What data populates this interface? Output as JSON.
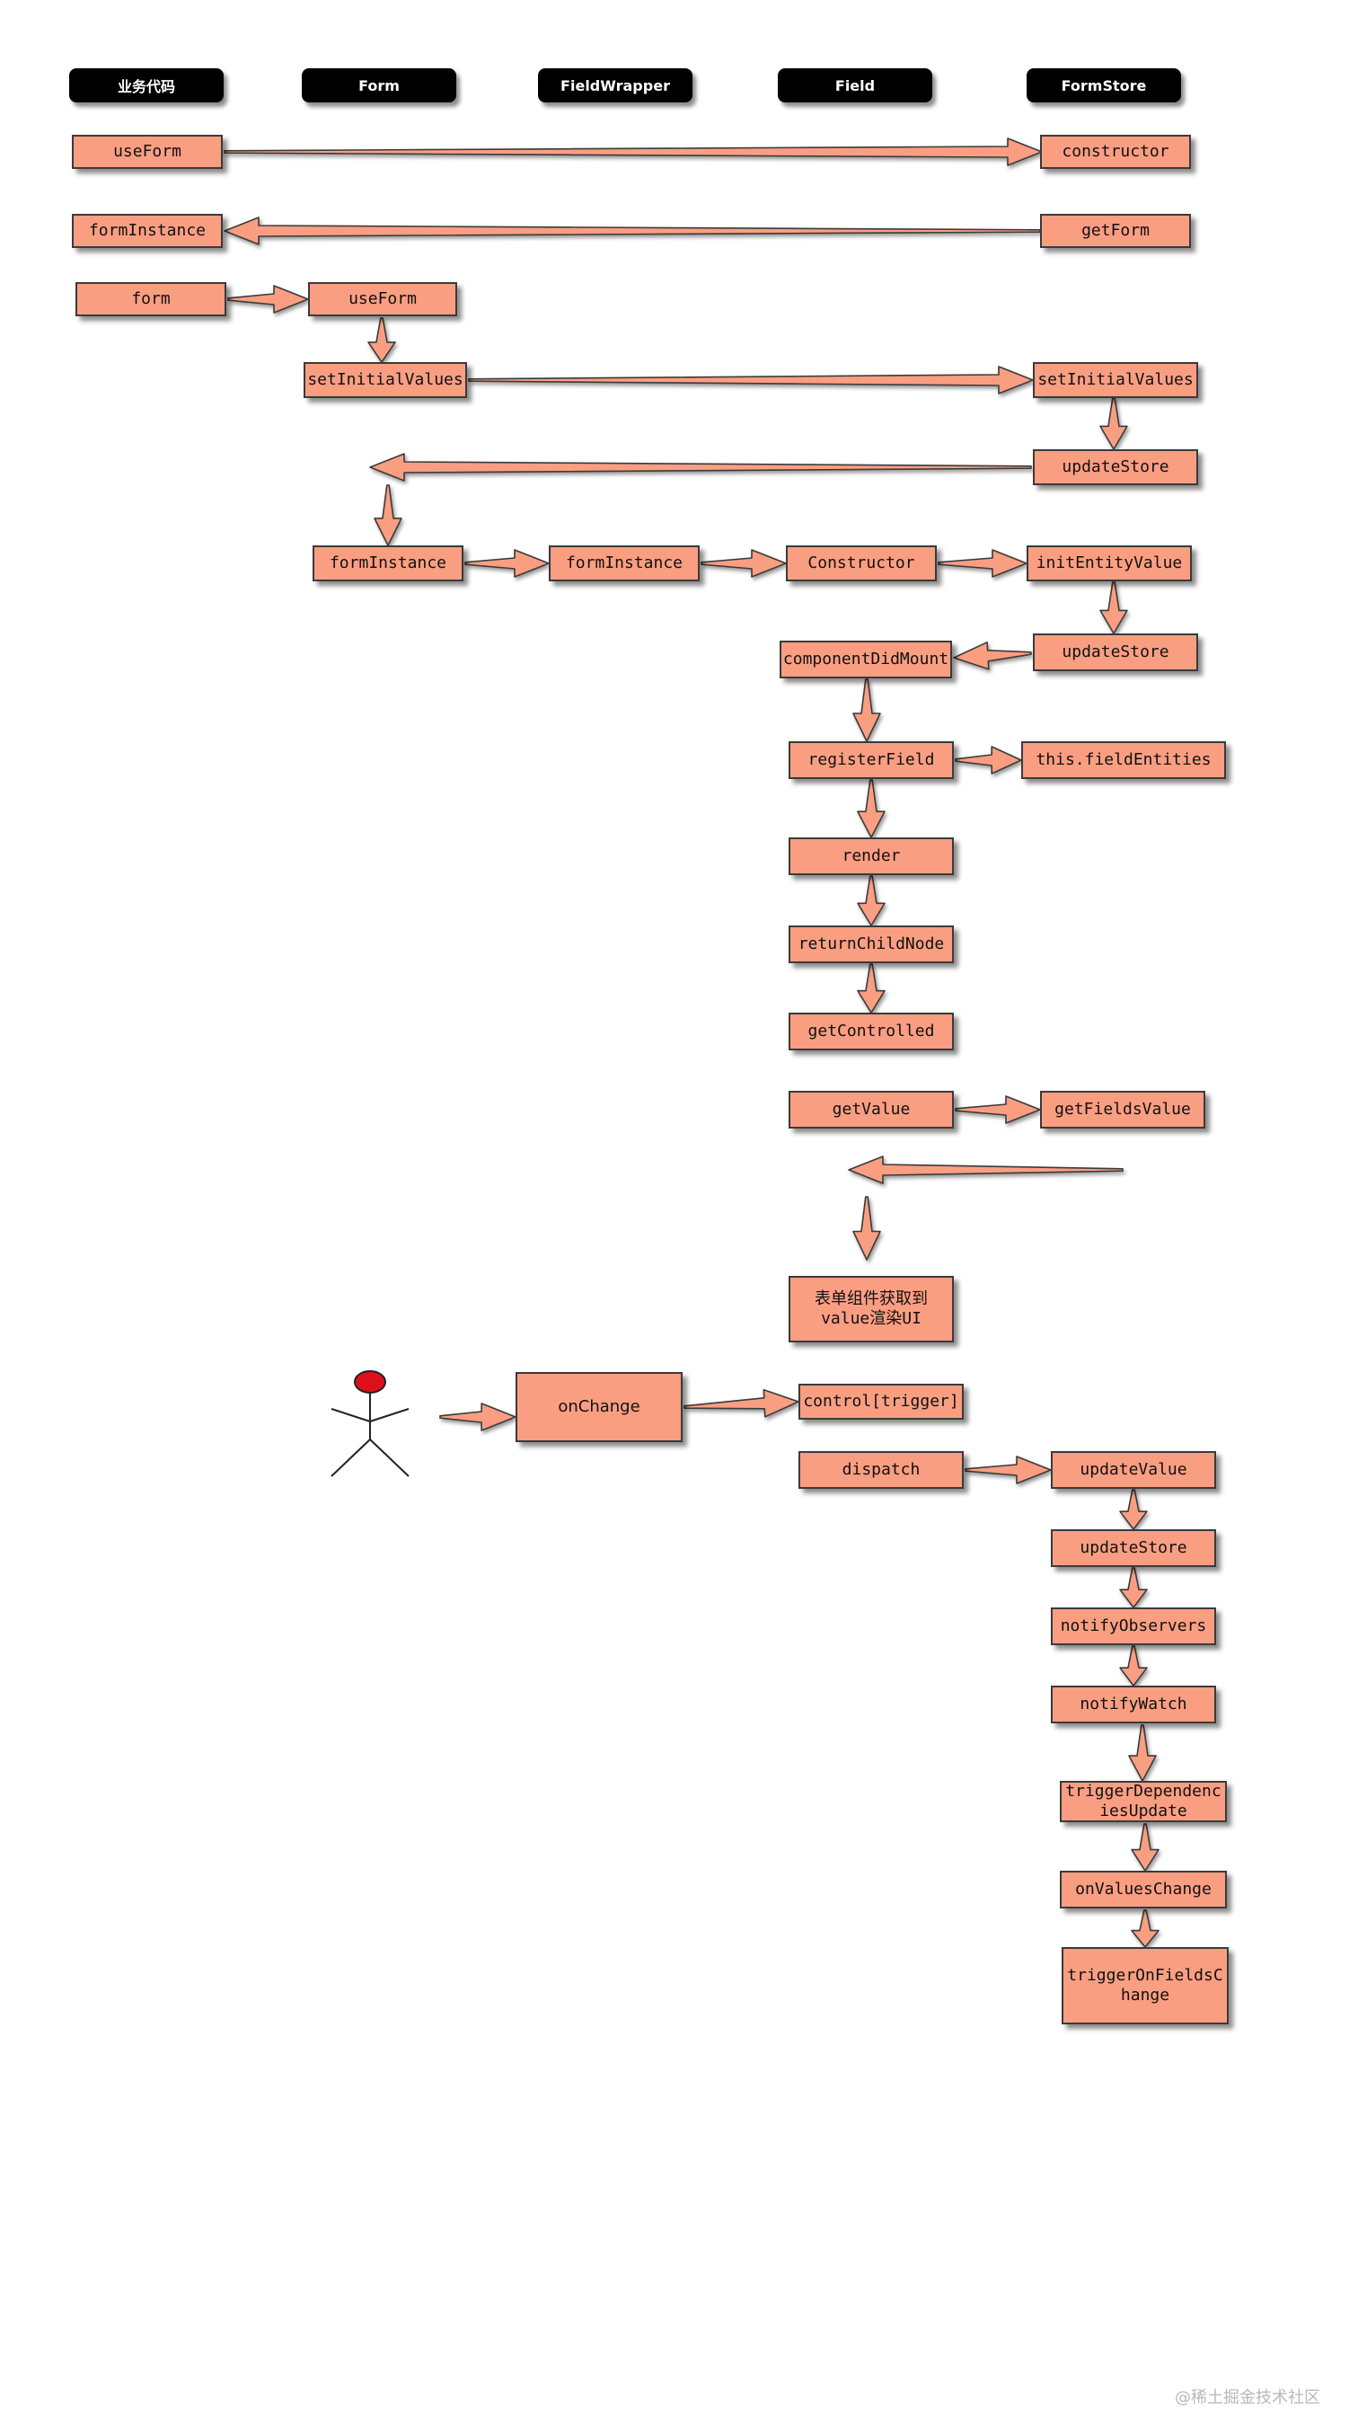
{
  "lanes": {
    "business_code": "业务代码",
    "form": "Form",
    "field_wrapper": "FieldWrapper",
    "field": "Field",
    "form_store": "FormStore"
  },
  "nodes": {
    "useform_1": "useForm",
    "constructor": "constructor",
    "forminstance_1": "formInstance",
    "getform": "getForm",
    "form": "form",
    "useform_2": "useForm",
    "setinitialvalues_1": "setInitialValues",
    "setinitialvalues_2": "setInitialValues",
    "updatestore_1": "updateStore",
    "forminstance_2": "formInstance",
    "forminstance_3": "formInstance",
    "constructor_field": "Constructor",
    "initentityvalue": "initEntityValue",
    "updatestore_2": "updateStore",
    "componentdidmount": "componentDidMount",
    "registerfield": "registerField",
    "fieldentities": "this.fieldEntities",
    "render": "render",
    "returnchildnode": "returnChildNode",
    "getcontrolled": "getControlled",
    "getvalue": "getValue",
    "getfieldsvalue": "getFieldsValue",
    "render_ui": "表单组件获取到\nvalue渲染UI",
    "onchange": "onChange",
    "control_trigger": "control[trigger]",
    "dispatch": "dispatch",
    "updatevalue": "updateValue",
    "updatestore_3": "updateStore",
    "notifyobservers": "notifyObservers",
    "notifywatch": "notifyWatch",
    "triggerdependencies": "triggerDependenc\niesUpdate",
    "onvalueschange": "onValuesChange",
    "triggeronfieldschange": "triggerOnFieldsC\nhange"
  },
  "colors": {
    "box_fill": "#fa9e82",
    "box_border": "#3a3a3a",
    "lane_header": "#000000",
    "actor_head": "#e0101a"
  },
  "icons": {
    "actor": "stick-figure-user-icon"
  },
  "watermark": "@稀土掘金技术社区"
}
